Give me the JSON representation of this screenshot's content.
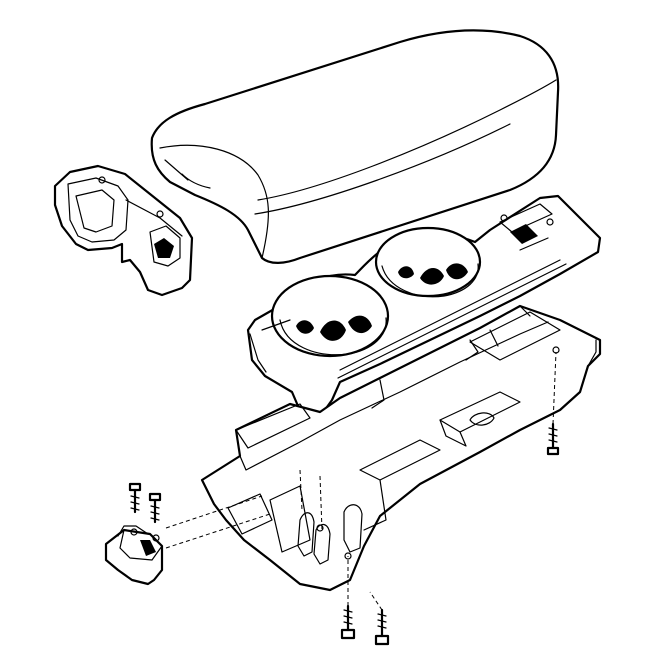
{
  "diagram": {
    "type": "exploded-assembly-drawing",
    "parts": [
      {
        "id": "armrest-lid",
        "icon": "padded-lid"
      },
      {
        "id": "rear-end-cap",
        "icon": "end-cap"
      },
      {
        "id": "cupholder-tray",
        "icon": "dual-cupholder"
      },
      {
        "id": "base-frame",
        "icon": "base-frame"
      },
      {
        "id": "front-bracket",
        "icon": "bracket"
      },
      {
        "id": "mounting-screws",
        "icon": "screw",
        "count": 5
      }
    ]
  }
}
